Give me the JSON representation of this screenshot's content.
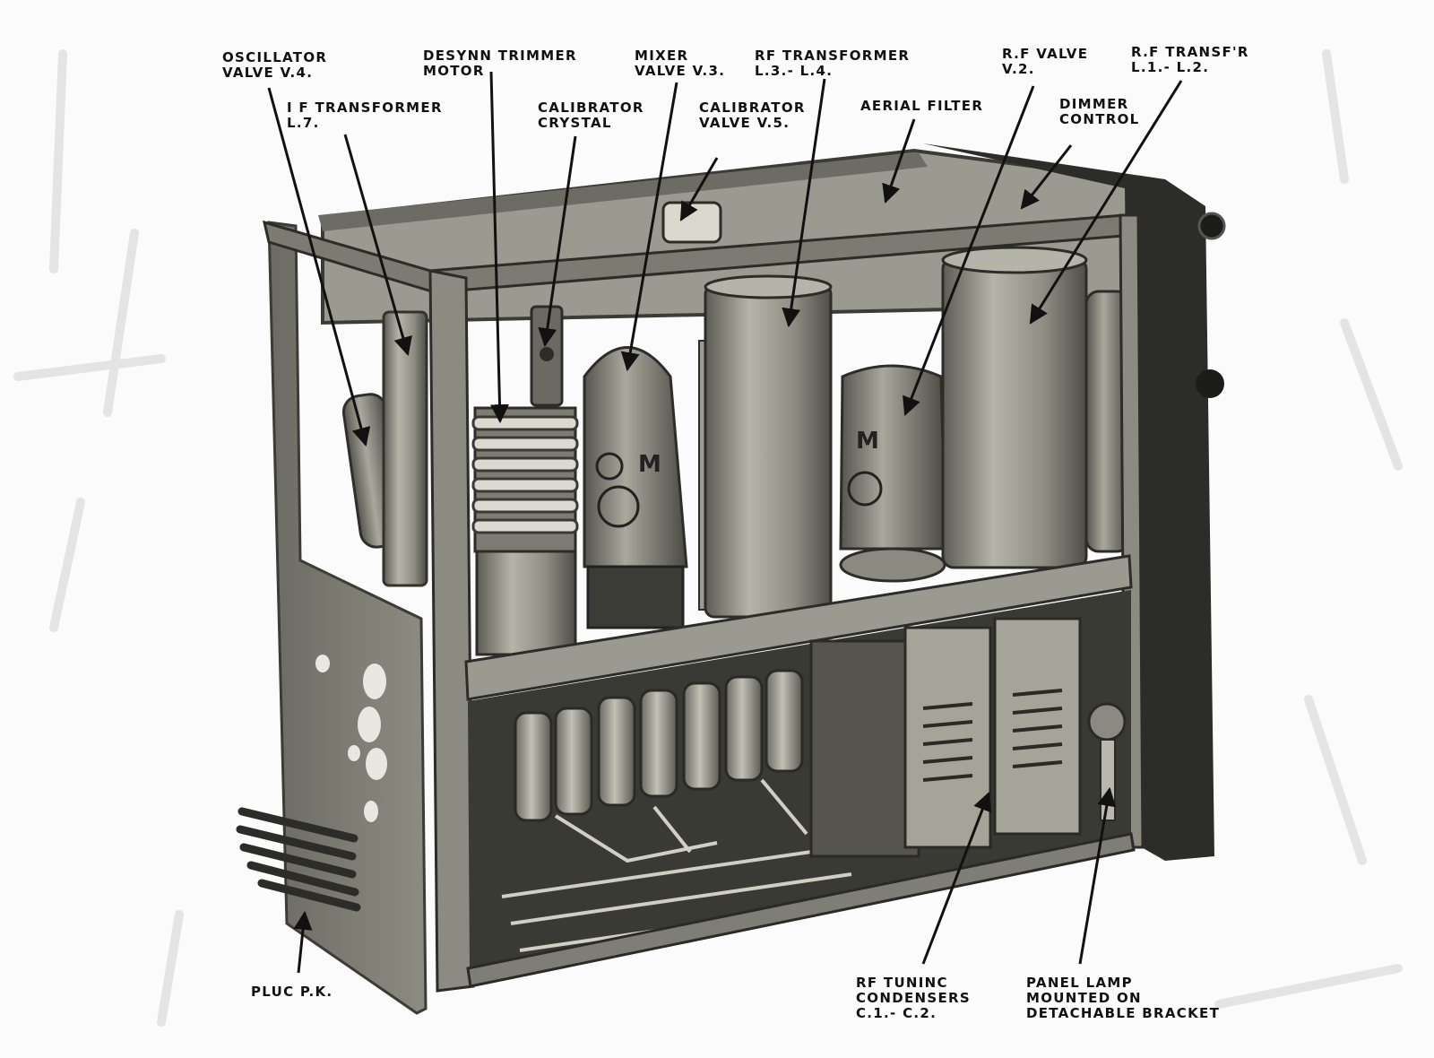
{
  "callouts": {
    "oscillator_valve": [
      "OSCILLATOR",
      "VALVE V.4."
    ],
    "if_transformer": [
      "I F TRANSFORMER",
      "L.7."
    ],
    "desynn_trimmer_motor": [
      "DESYNN TRIMMER",
      "MOTOR"
    ],
    "calibrator_crystal": [
      "CALIBRATOR",
      "CRYSTAL"
    ],
    "mixer_valve": [
      "MIXER",
      "VALVE V.3."
    ],
    "calibrator_valve": [
      "CALIBRATOR",
      "VALVE V.5."
    ],
    "rf_transformer_l3_l4": [
      "RF TRANSFORMER",
      "L.3.- L.4."
    ],
    "aerial_filter": [
      "AERIAL FILTER"
    ],
    "rf_valve": [
      "R.F VALVE",
      "V.2."
    ],
    "dimmer_control": [
      "DIMMER",
      "CONTROL"
    ],
    "rf_transformer_l1_l2": [
      "R.F TRANSF'R",
      "L.1.- L.2."
    ],
    "plug_pk": [
      "PLUC P.K."
    ],
    "rf_tuning_condensers": [
      "RF TUNINC",
      "CONDENSERS",
      "C.1.- C.2."
    ],
    "panel_lamp": [
      "PANEL LAMP",
      "MOUNTED ON",
      "DETACHABLE BRACKET"
    ]
  },
  "valve_markings": {
    "mixer": "M",
    "rf": "M"
  },
  "colors": {
    "ink": "#111111",
    "paper": "#fbfbfb",
    "metal_dark": "#4a4a44",
    "metal_mid": "#8a8a80",
    "metal_light": "#c8c8bc"
  }
}
